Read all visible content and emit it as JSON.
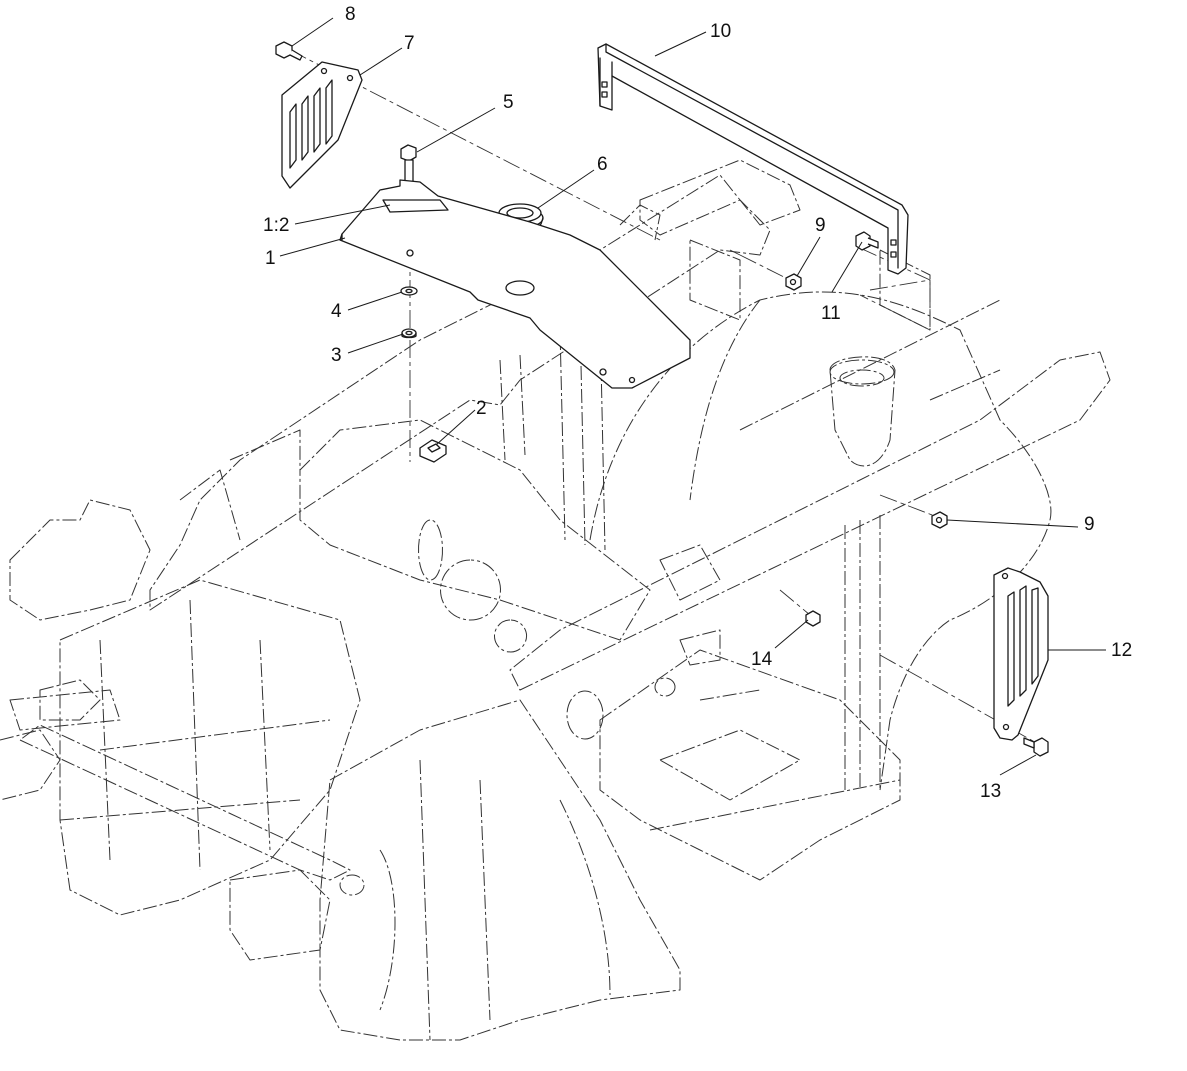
{
  "callouts": [
    {
      "id": "c8",
      "label": "8"
    },
    {
      "id": "c7",
      "label": "7"
    },
    {
      "id": "c10",
      "label": "10"
    },
    {
      "id": "c5",
      "label": "5"
    },
    {
      "id": "c6",
      "label": "6"
    },
    {
      "id": "c1_2",
      "label": "1:2"
    },
    {
      "id": "c1",
      "label": "1"
    },
    {
      "id": "c9a",
      "label": "9"
    },
    {
      "id": "c11",
      "label": "11"
    },
    {
      "id": "c4",
      "label": "4"
    },
    {
      "id": "c3",
      "label": "3"
    },
    {
      "id": "c2",
      "label": "2"
    },
    {
      "id": "c9b",
      "label": "9"
    },
    {
      "id": "c12",
      "label": "12"
    },
    {
      "id": "c14",
      "label": "14"
    },
    {
      "id": "c13",
      "label": "13"
    }
  ]
}
